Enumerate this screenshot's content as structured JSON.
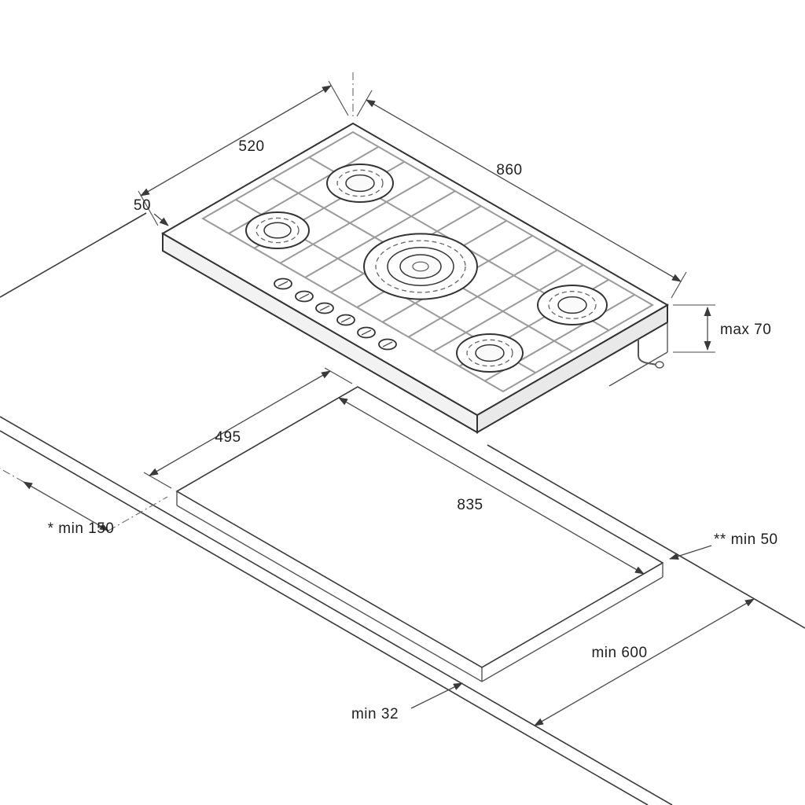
{
  "diagram": {
    "type": "installation-dimension-drawing",
    "product": "5-burner gas hob with worktop cutout",
    "units": "mm",
    "colors": {
      "line": "#3a3a3a",
      "dimension": "#4a4a4a",
      "text": "#1f1f1f",
      "grate": "#9a9a9a",
      "background": "#ffffff"
    },
    "dimensions": {
      "hob_width": "520",
      "hob_length": "860",
      "hob_front_edge": "50",
      "hob_below_top": "max 70",
      "cutout_width": "495",
      "cutout_length": "835",
      "side_clearance": "* min 150",
      "rear_clearance": "** min 50",
      "worktop_depth": "min 600",
      "worktop_thickness": "min 32"
    }
  }
}
